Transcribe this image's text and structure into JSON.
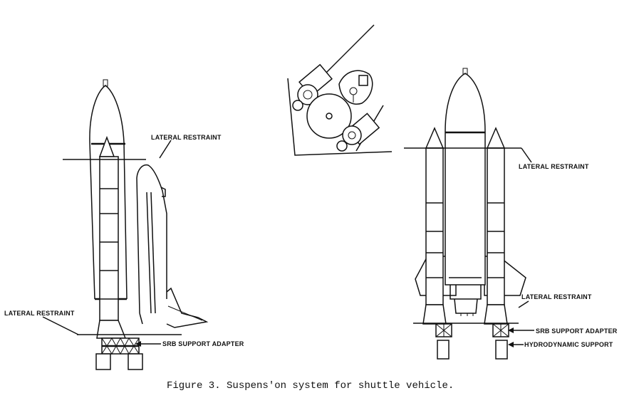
{
  "labels": {
    "left_top_restraint": "LATERAL RESTRAINT",
    "left_bottom_restraint": "LATERAL RESTRAINT",
    "left_srb_adapter": "SRB SUPPORT ADAPTER",
    "right_top_restraint": "LATERAL RESTRAINT",
    "right_bottom_restraint": "LATERAL RESTRAINT",
    "right_srb_adapter": "SRB SUPPORT ADAPTER",
    "right_hydrodynamic": "HYDRODYNAMIC SUPPORT"
  },
  "caption": "Figure 3.  Suspens'on system for shuttle vehicle."
}
